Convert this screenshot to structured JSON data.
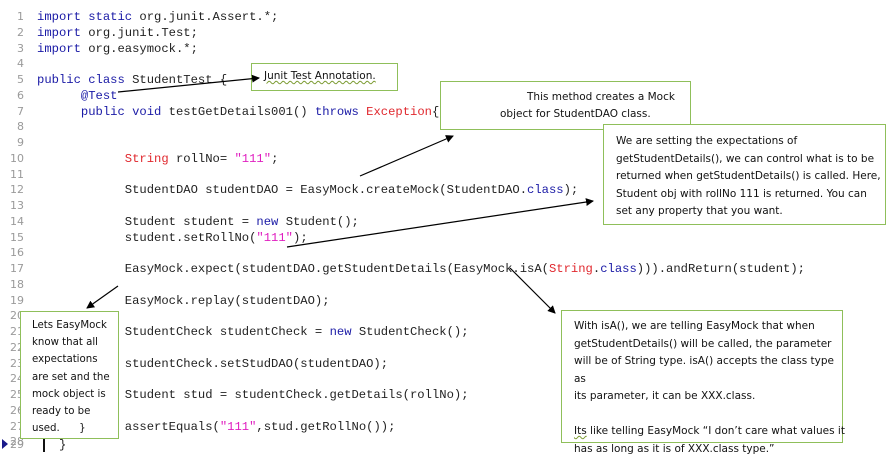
{
  "code_lines": [
    {
      "n": "1",
      "segments": [
        {
          "t": "import static ",
          "c": "kw"
        },
        {
          "t": "org.junit.Assert.*;",
          "c": ""
        }
      ]
    },
    {
      "n": "2",
      "segments": [
        {
          "t": "import ",
          "c": "kw"
        },
        {
          "t": "org.junit.Test;",
          "c": ""
        }
      ]
    },
    {
      "n": "3",
      "segments": [
        {
          "t": "import ",
          "c": "kw"
        },
        {
          "t": "org.easymock.*;",
          "c": ""
        }
      ]
    },
    {
      "n": "4",
      "segments": []
    },
    {
      "n": "5",
      "segments": [
        {
          "t": "public class ",
          "c": "kw"
        },
        {
          "t": "StudentTest {",
          "c": ""
        }
      ]
    },
    {
      "n": "6",
      "segments": [
        {
          "t": "      @Test",
          "c": "kw"
        }
      ]
    },
    {
      "n": "7",
      "segments": [
        {
          "t": "      public void ",
          "c": "kw"
        },
        {
          "t": "testGetDetails001() ",
          "c": ""
        },
        {
          "t": "throws ",
          "c": "kw"
        },
        {
          "t": "Exception",
          "c": "ty"
        },
        {
          "t": "{",
          "c": ""
        }
      ]
    },
    {
      "n": "8",
      "segments": []
    },
    {
      "n": "9",
      "segments": []
    },
    {
      "n": "10",
      "segments": [
        {
          "t": "            ",
          "c": ""
        },
        {
          "t": "String",
          "c": "ty"
        },
        {
          "t": " rollNo= ",
          "c": ""
        },
        {
          "t": "\"111\"",
          "c": "str"
        },
        {
          "t": ";",
          "c": ""
        }
      ]
    },
    {
      "n": "11",
      "segments": []
    },
    {
      "n": "12",
      "segments": [
        {
          "t": "            StudentDAO studentDAO = EasyMock.createMock(StudentDAO.",
          "c": ""
        },
        {
          "t": "class",
          "c": "kw"
        },
        {
          "t": ");",
          "c": ""
        }
      ]
    },
    {
      "n": "13",
      "segments": []
    },
    {
      "n": "14",
      "segments": [
        {
          "t": "            Student student = ",
          "c": ""
        },
        {
          "t": "new",
          "c": "kw"
        },
        {
          "t": " Student();",
          "c": ""
        }
      ]
    },
    {
      "n": "15",
      "segments": [
        {
          "t": "            student.setRollNo(",
          "c": ""
        },
        {
          "t": "\"111\"",
          "c": "str"
        },
        {
          "t": ");",
          "c": ""
        }
      ]
    },
    {
      "n": "16",
      "segments": []
    },
    {
      "n": "17",
      "segments": [
        {
          "t": "            EasyMock.expect(studentDAO.getStudentDetails(EasyMock.isA(",
          "c": ""
        },
        {
          "t": "String",
          "c": "ty"
        },
        {
          "t": ".",
          "c": ""
        },
        {
          "t": "class",
          "c": "kw"
        },
        {
          "t": "))).andReturn(student);",
          "c": ""
        }
      ]
    },
    {
      "n": "18",
      "segments": []
    },
    {
      "n": "19",
      "segments": [
        {
          "t": "            EasyMock.replay(studentDAO);",
          "c": ""
        }
      ]
    },
    {
      "n": "20",
      "segments": []
    },
    {
      "n": "21",
      "segments": [
        {
          "t": "            StudentCheck studentCheck = ",
          "c": ""
        },
        {
          "t": "new",
          "c": "kw"
        },
        {
          "t": " StudentCheck();",
          "c": ""
        }
      ]
    },
    {
      "n": "22",
      "segments": []
    },
    {
      "n": "23",
      "segments": [
        {
          "t": "            studentCheck.setStudDAO(studentDAO);",
          "c": ""
        }
      ]
    },
    {
      "n": "24",
      "segments": []
    },
    {
      "n": "25",
      "segments": [
        {
          "t": "            Student stud = studentCheck.getDetails(rollNo);",
          "c": ""
        }
      ]
    },
    {
      "n": "26",
      "segments": []
    },
    {
      "n": "27",
      "segments": [
        {
          "t": "            assertEquals(",
          "c": ""
        },
        {
          "t": "\"111\"",
          "c": "str"
        },
        {
          "t": ",stud.getRollNo());",
          "c": ""
        }
      ]
    },
    {
      "n": "28",
      "segments": []
    },
    {
      "n": "29",
      "segments": [
        {
          "t": "   }",
          "c": ""
        }
      ]
    }
  ],
  "callouts": {
    "annotation": "Junit Test Annotation.",
    "create_mock": [
      "This method creates a Mock",
      "object for StudentDAO class."
    ],
    "expectations": [
      "We are setting the expectations of",
      "getStudentDetails(), we can control what is to be",
      "returned when getStudentDetails() is called. Here,",
      "Student obj with rollNo 111 is returned. You can",
      "set any property that you want."
    ],
    "replay": [
      "Lets EasyMock",
      "know that all",
      "expectations",
      "are set and the",
      "mock object is",
      "ready to be",
      "used.      }"
    ],
    "isa": {
      "para1": [
        "With isA(), we are telling EasyMock that when",
        "getStudentDetails() will be called, the parameter",
        "will be of String type.  isA() accepts the class type as",
        "its parameter, it can be XXX.class."
      ],
      "para2_first_word": "Its",
      "para2": [
        " like telling EasyMock “I don’t care what values it",
        "has as long as it is of XXX.class type.”"
      ]
    }
  },
  "colors": {
    "callout_border": "#8fbf5a",
    "keyword": "#1a1aa6",
    "type": "#e0282e",
    "string": "#e020c0"
  }
}
